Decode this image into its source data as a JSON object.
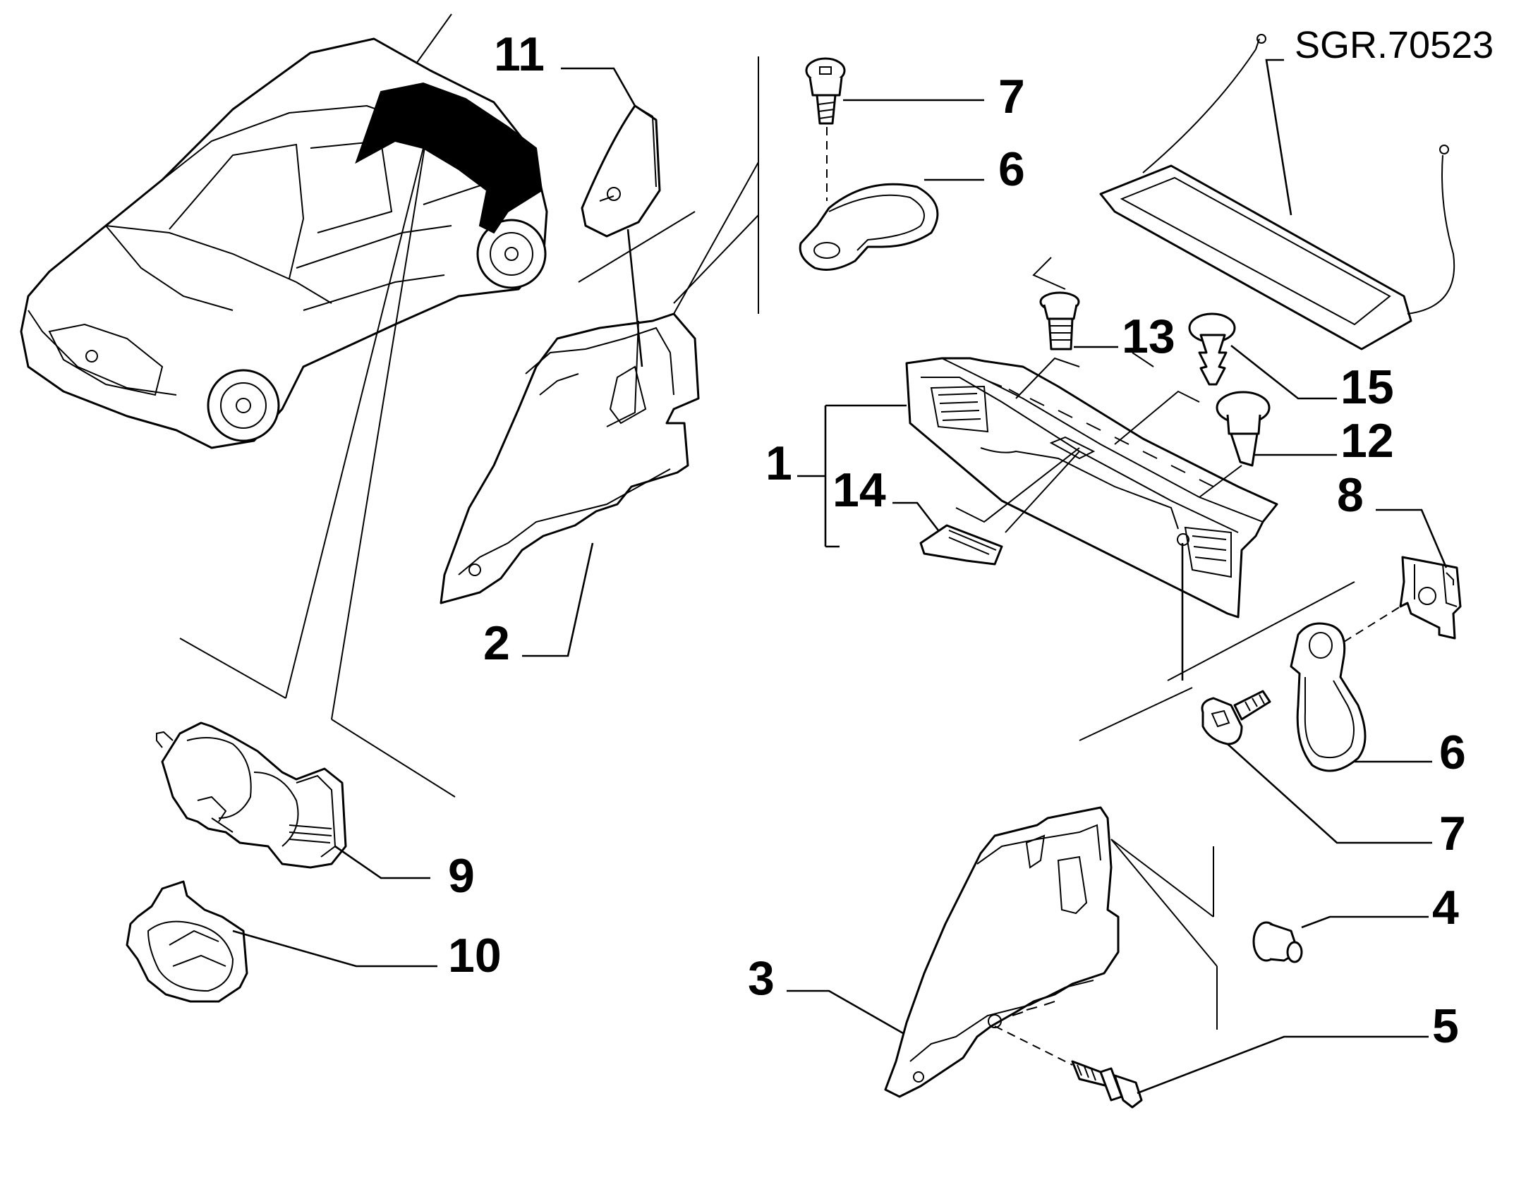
{
  "drawing_ref": "SGR.70523",
  "callouts": [
    {
      "id": "c11",
      "label": "11"
    },
    {
      "id": "c7a",
      "label": "7"
    },
    {
      "id": "c6a",
      "label": "6"
    },
    {
      "id": "c13",
      "label": "13"
    },
    {
      "id": "c15",
      "label": "15"
    },
    {
      "id": "c12",
      "label": "12"
    },
    {
      "id": "c1",
      "label": "1"
    },
    {
      "id": "c14",
      "label": "14"
    },
    {
      "id": "c8",
      "label": "8"
    },
    {
      "id": "c2",
      "label": "2"
    },
    {
      "id": "c6b",
      "label": "6"
    },
    {
      "id": "c7b",
      "label": "7"
    },
    {
      "id": "c9",
      "label": "9"
    },
    {
      "id": "c4",
      "label": "4"
    },
    {
      "id": "c10",
      "label": "10"
    },
    {
      "id": "c3",
      "label": "3"
    },
    {
      "id": "c5",
      "label": "5"
    }
  ]
}
